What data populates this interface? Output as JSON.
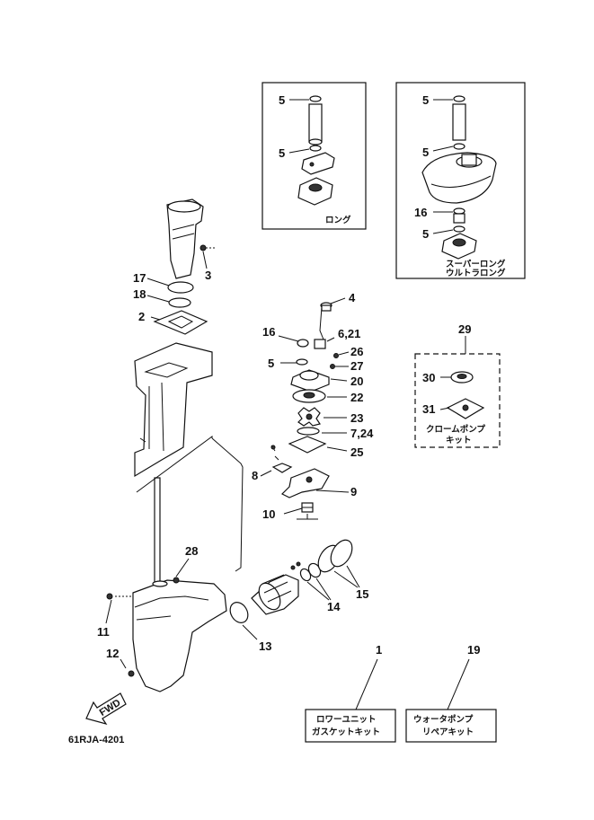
{
  "diagram_code": "61RJA-4201",
  "fwd_label": "FWD",
  "callouts": {
    "p1": "1",
    "p2": "2",
    "p3": "3",
    "p4": "4",
    "p5_long_top": "5",
    "p5_long_bot": "5",
    "p5_xl_a": "5",
    "p5_xl_b": "5",
    "p5_xl_c": "5",
    "p5_main": "5",
    "p6_21": "6,21",
    "p7_24": "7,24",
    "p8": "8",
    "p9": "9",
    "p10": "10",
    "p11": "11",
    "p12": "12",
    "p13": "13",
    "p14": "14",
    "p15": "15",
    "p16_xl": "16",
    "p16_main": "16",
    "p17": "17",
    "p18": "18",
    "p19": "19",
    "p20": "20",
    "p22": "22",
    "p23": "23",
    "p25": "25",
    "p26": "26",
    "p27": "27",
    "p28": "28",
    "p29": "29",
    "p30": "30",
    "p31": "31"
  },
  "boxes": {
    "long_label": "ロング",
    "xl_label_1": "スーパーロング",
    "xl_label_2": "ウルトラロング",
    "chrome_label_1": "クロームポンプ",
    "chrome_label_2": "キット",
    "gasket_kit_1": "ロワーユニット",
    "gasket_kit_2": "ガスケットキット",
    "pump_kit_1": "ウォータポンプ",
    "pump_kit_2": "リペアキット"
  }
}
